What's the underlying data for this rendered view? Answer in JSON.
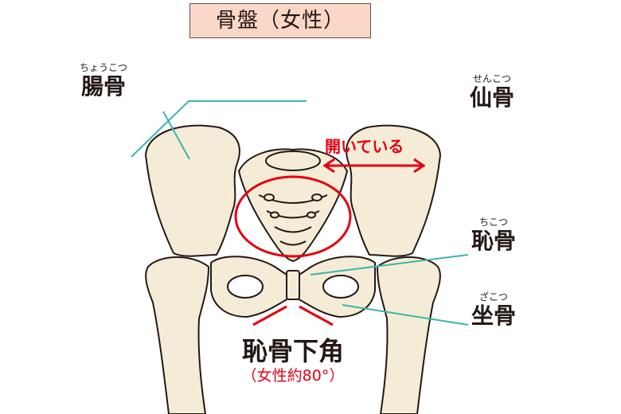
{
  "title": "骨盤（女性）",
  "labels": {
    "ilium": {
      "ruby": "ちょうこつ",
      "name": "腸骨"
    },
    "sacrum": {
      "ruby": "せんこつ",
      "name": "仙骨"
    },
    "pubis": {
      "ruby": "ちこつ",
      "name": "恥骨"
    },
    "ischium": {
      "ruby": "ざこつ",
      "name": "坐骨"
    }
  },
  "annotation_open": "開いている",
  "subpubic_angle": {
    "label": "恥骨下角",
    "note": "（女性約80°）"
  },
  "colors": {
    "bone": "#f4ecd6",
    "outline": "#231815",
    "leader": "#3bb5ad",
    "accent": "#e60012",
    "title_bg": "#fad7c6"
  }
}
